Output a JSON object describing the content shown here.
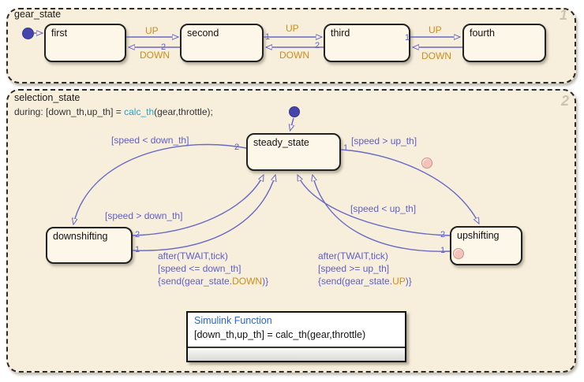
{
  "gear_state": {
    "title": "gear_state",
    "order_badge": "1",
    "states": [
      {
        "name": "first"
      },
      {
        "name": "second"
      },
      {
        "name": "third"
      },
      {
        "name": "fourth"
      }
    ],
    "up_label": "UP",
    "down_label": "DOWN",
    "num1": "1",
    "num2": "2"
  },
  "selection_state": {
    "title": "selection_state",
    "order_badge": "2",
    "during": {
      "prefix": "during: [down_th,up_th] = ",
      "fn": "calc_th",
      "suffix": "(gear,throttle);"
    },
    "states": {
      "steady": "steady_state",
      "downshifting": "downshifting",
      "upshifting": "upshifting"
    },
    "labels": {
      "speed_lt_down": "[speed < down_th]",
      "speed_gt_up": "[speed > up_th]",
      "speed_gt_down": "[speed > down_th]",
      "speed_lt_up": "[speed < up_th]",
      "after": "after(TWAIT,tick)",
      "cond_down": "[speed <= down_th]",
      "cond_up": "[speed >= up_th]",
      "send_prefix": "{send(gear_state.",
      "event_down": "DOWN",
      "event_up": "UP",
      "send_suffix": ")}",
      "num1": "1",
      "num2": "2"
    }
  },
  "simulink_function": {
    "title": "Simulink Function",
    "signature": "[down_th,up_th] = calc_th(gear,throttle)"
  },
  "colors": {
    "transition": "#6868c6",
    "condition_text": "#5e5ec9",
    "event_text": "#cc8d1e",
    "function_link": "#2ba0c8",
    "simulink_function_title": "#2d64c8",
    "region_fill": "#f7efdc",
    "state_fill": "#fcf7e8",
    "initial_dot": "#4545ac",
    "breakpoint": "#f2c3b9"
  }
}
